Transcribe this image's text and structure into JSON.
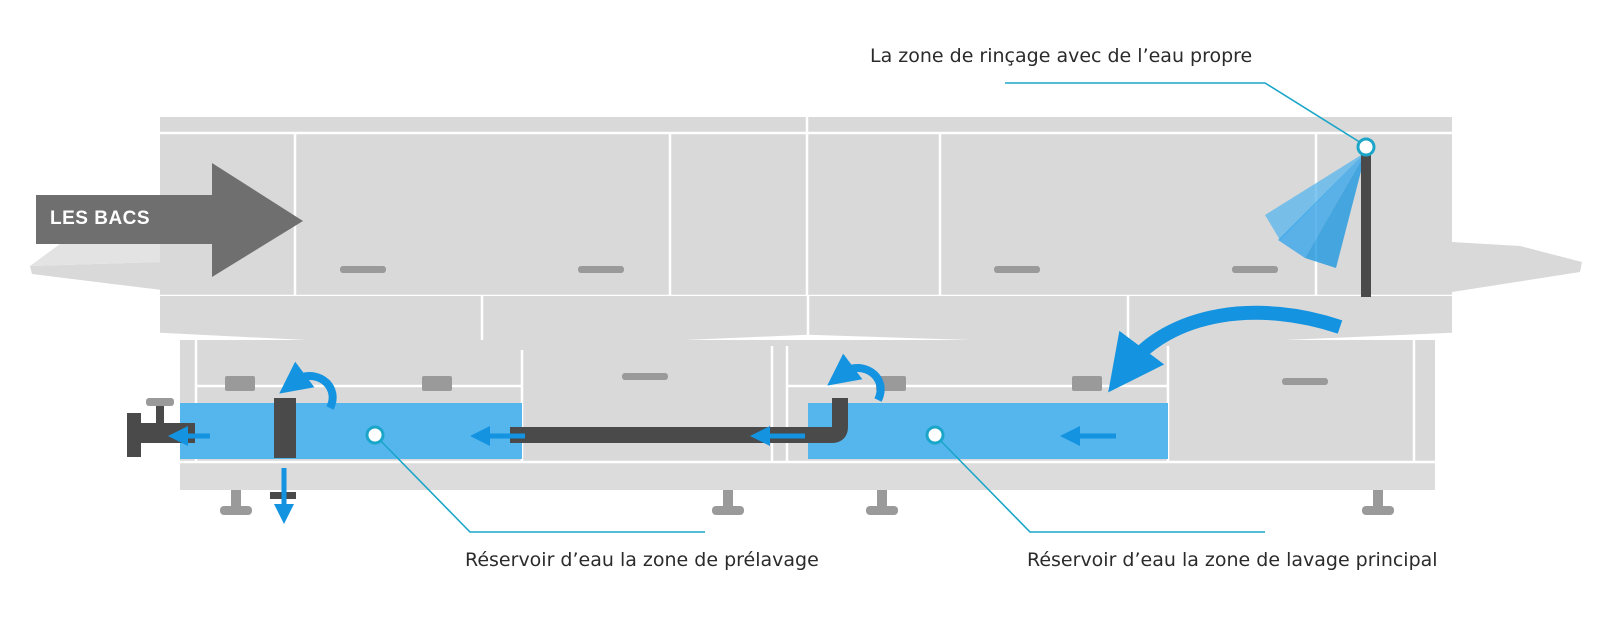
{
  "labels": {
    "bacs": "LES BACS",
    "rinse_zone": "La zone de rinçage avec de l’eau propre",
    "prewash_tank": "Réservoir d’eau la zone de prélavage",
    "mainwash_tank": "Réservoir d’eau la zone de lavage principal"
  },
  "colors": {
    "machine_body": "#d9d9d9",
    "machine_seam": "#ffffff",
    "handle": "#9a9a9a",
    "water": "#55b6ee",
    "flow_arrow": "#1393e0",
    "pipe": "#4a4a4a",
    "direction_arrow": "#6f6f6f",
    "callout_line": "#1ba6c9",
    "text": "#2b2b2b"
  },
  "icons": [
    "conveyor-direction-arrow-icon",
    "spray-nozzle-icon",
    "flow-arrow-icon",
    "drain-arrow-icon"
  ]
}
